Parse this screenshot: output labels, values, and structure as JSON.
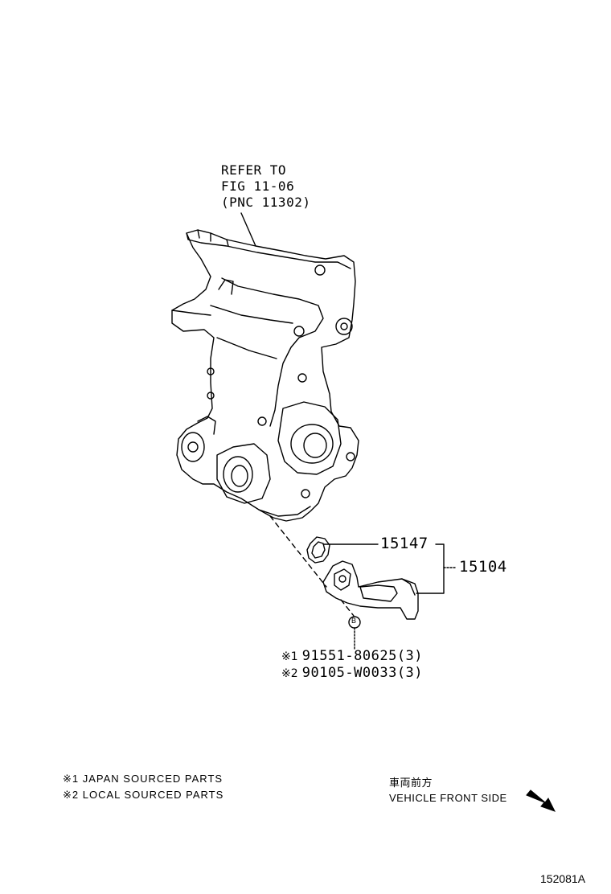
{
  "reference_note": {
    "line1": "REFER TO",
    "line2": "FIG 11-06",
    "line3": "(PNC 11302)"
  },
  "callouts": {
    "gasket": "15147",
    "strainer_assy": "15104",
    "bolt_marker": "B"
  },
  "bolts": [
    {
      "mark": "※1",
      "part_no": "91551-80625(3)"
    },
    {
      "mark": "※2",
      "part_no": "90105-W0033(3)"
    }
  ],
  "legend": [
    {
      "mark": "※1",
      "text": "JAPAN SOURCED PARTS"
    },
    {
      "mark": "※2",
      "text": "LOCAL SOURCED PARTS"
    }
  ],
  "front_indicator": {
    "japanese": "車両前方",
    "english": "VEHICLE FRONT SIDE",
    "icon": "arrow-down-right-icon"
  },
  "figure_id": "152081A"
}
